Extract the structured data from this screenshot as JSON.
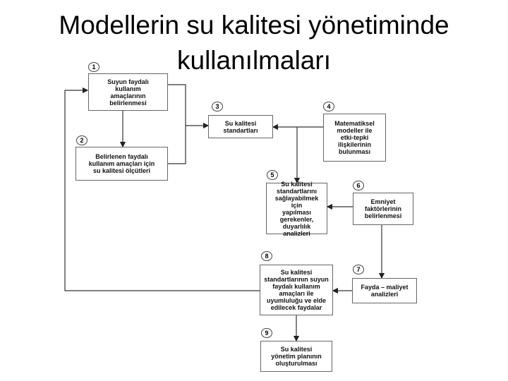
{
  "title": {
    "line1": "Modellerin su kalitesi yönetiminde",
    "line2": "kullanılmaları"
  },
  "steps": [
    {
      "number": "1",
      "text": "Suyun faydalı\nkullanım\namaçlarının\nbelirlenmesi"
    },
    {
      "number": "2",
      "text": "Belirlenen faydalı\nkullanım amaçları için\nsu kalitesi ölçütleri"
    },
    {
      "number": "3",
      "text": "Su kalitesi\nstandartları"
    },
    {
      "number": "4",
      "text": "Matematiksel\nmodeller ile\netki-tepki\nilişkilerinin\nbulunması"
    },
    {
      "number": "5",
      "text": "Su kalitesi\nstandartlarını\nsağlayabilmek için\nyapılması\ngerekenler,\nduyarlılık analizleri"
    },
    {
      "number": "6",
      "text": "Emniyet\nfaktörlerinin\nbelirlenmesi"
    },
    {
      "number": "7",
      "text": "Fayda – maliyet\nanalizleri"
    },
    {
      "number": "8",
      "text": "Su kalitesi\nstandartlarının suyun\nfaydalı kullanım\namaçları ile\nuyumluluğu ve elde\nedilecek faydalar"
    },
    {
      "number": "9",
      "text": "Su kalitesi\nyönetim planının\noluşturulması"
    }
  ]
}
